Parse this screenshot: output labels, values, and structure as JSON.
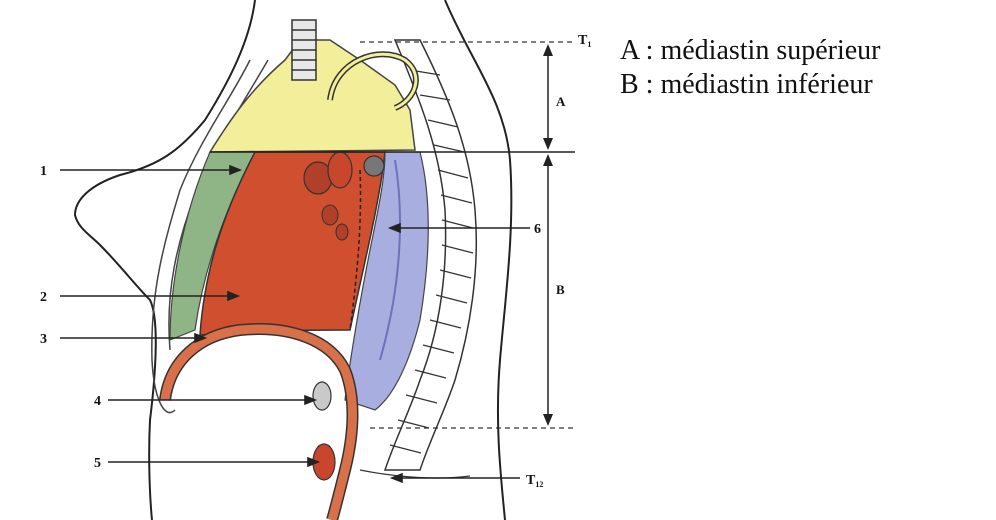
{
  "legend": {
    "a": "A : médiastin supérieur",
    "b": "B : médiastin inférieur"
  },
  "labels": {
    "n1": "1",
    "n2": "2",
    "n3": "3",
    "n4": "4",
    "n5": "5",
    "n6": "6",
    "region_a": "A",
    "region_b": "B",
    "t1": "T",
    "t1_sub": "1",
    "t12": "T",
    "t12_sub": "12"
  },
  "colors": {
    "superior_mediastinum": "#f3ee9a",
    "anterior_mediastinum": "#8fb587",
    "middle_mediastinum": "#cf4f2f",
    "posterior_mediastinum": "#a9aee0",
    "diaphragm": "#d8704a"
  }
}
